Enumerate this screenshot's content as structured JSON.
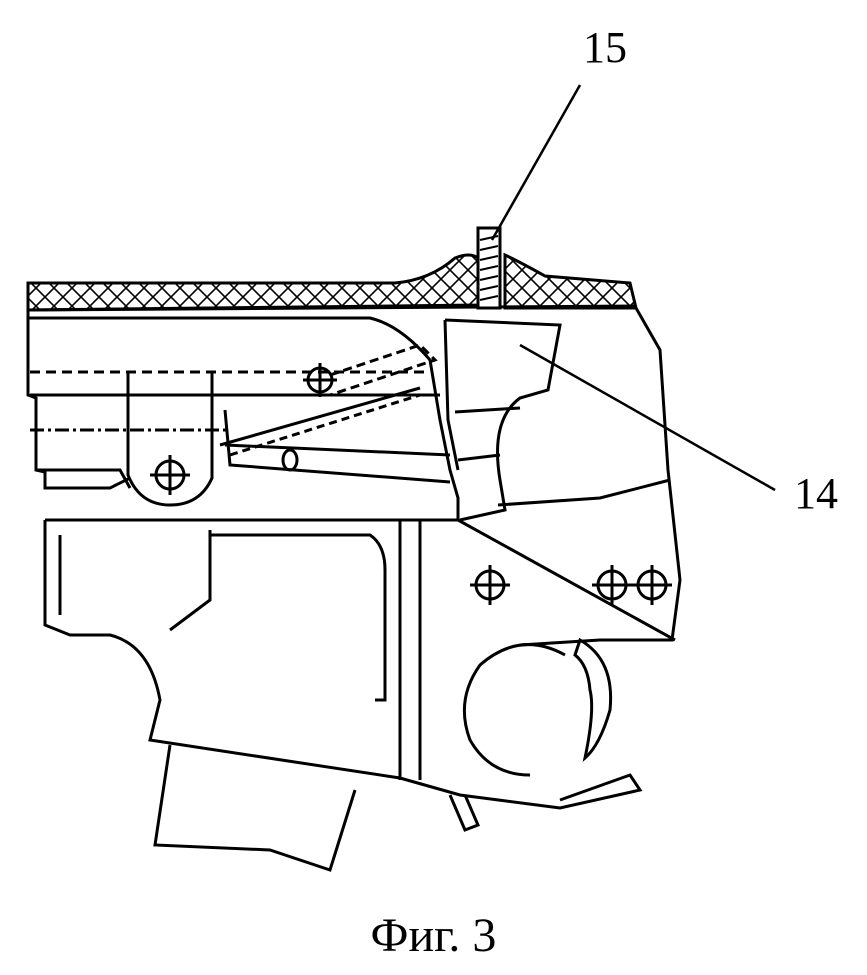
{
  "labels": {
    "part_15": "15",
    "part_14": "14"
  },
  "caption": "Фиг. 3",
  "colors": {
    "ink": "#000000",
    "paper": "#ffffff"
  }
}
